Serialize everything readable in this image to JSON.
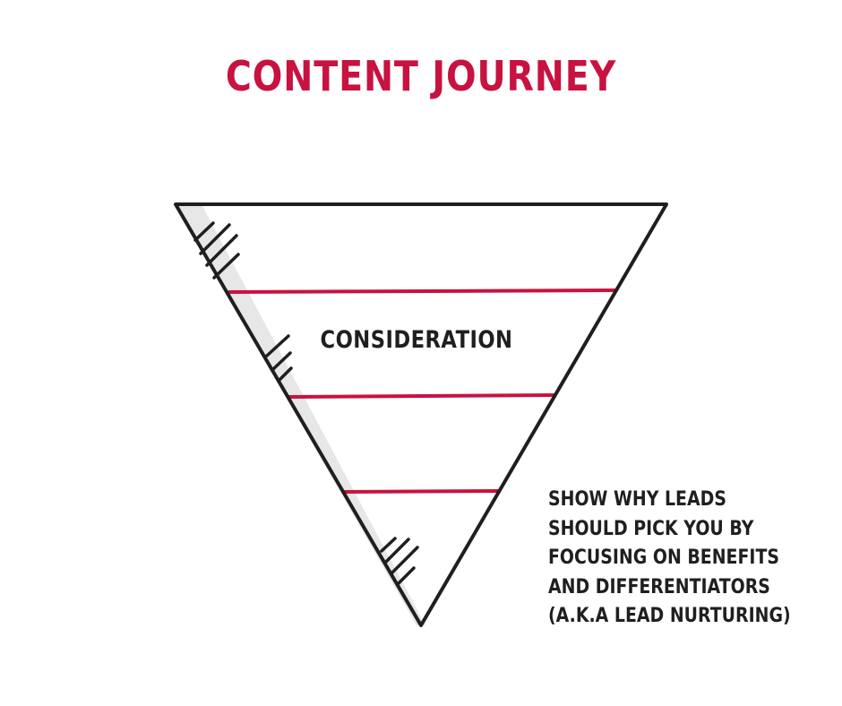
{
  "title": "CONTENT JOURNEY",
  "stage": {
    "label": "CONSIDERATION"
  },
  "annotation": {
    "lines": [
      "SHOW WHY LEADS",
      "SHOULD PICK YOU BY",
      "FOCUSING ON BENEFITS",
      "AND DIFFERENTIATORS",
      "(A.K.A LEAD NURTURING)"
    ]
  },
  "colors": {
    "accent": "#c8123f",
    "ink": "#1f1f1f",
    "shade": "#e4e4e4"
  }
}
